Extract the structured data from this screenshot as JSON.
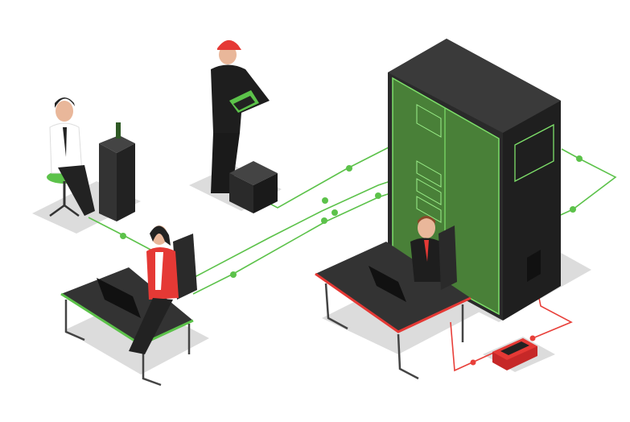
{
  "colors": {
    "background": "#ffffff",
    "network_line_green": "#5cc24a",
    "network_line_red": "#e8403a",
    "rack_body": "#2b2b2b",
    "rack_glow": "#4c8a3a",
    "shadow": "#d9d9d9",
    "desk_top": "#333333",
    "accent_red": "#e53935"
  },
  "icons": [
    "server-rack",
    "router",
    "laptop",
    "person",
    "box"
  ]
}
